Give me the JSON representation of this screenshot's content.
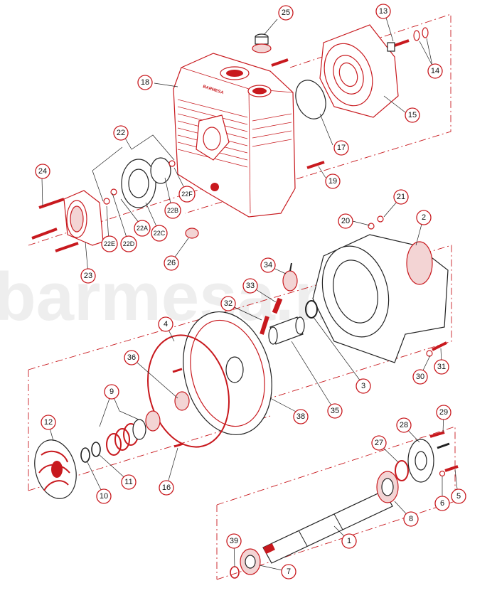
{
  "diagram": {
    "watermark": "barmesa.m",
    "brand_label": "BARMESA",
    "accent_color": "#c8191e",
    "callouts": [
      {
        "id": "c25",
        "label": "25"
      },
      {
        "id": "c13",
        "label": "13"
      },
      {
        "id": "c14",
        "label": "14"
      },
      {
        "id": "c15",
        "label": "15"
      },
      {
        "id": "c18",
        "label": "18"
      },
      {
        "id": "c17",
        "label": "17"
      },
      {
        "id": "c19",
        "label": "19"
      },
      {
        "id": "c22",
        "label": "22"
      },
      {
        "id": "c24",
        "label": "24"
      },
      {
        "id": "c22F",
        "label": "22F"
      },
      {
        "id": "c22B",
        "label": "22B"
      },
      {
        "id": "c22A",
        "label": "22A"
      },
      {
        "id": "c22C",
        "label": "22C"
      },
      {
        "id": "c22D",
        "label": "22D"
      },
      {
        "id": "c22E",
        "label": "22E"
      },
      {
        "id": "c23",
        "label": "23"
      },
      {
        "id": "c26",
        "label": "26"
      },
      {
        "id": "c21",
        "label": "21"
      },
      {
        "id": "c20",
        "label": "20"
      },
      {
        "id": "c2",
        "label": "2"
      },
      {
        "id": "c34",
        "label": "34"
      },
      {
        "id": "c33",
        "label": "33"
      },
      {
        "id": "c32",
        "label": "32"
      },
      {
        "id": "c4",
        "label": "4"
      },
      {
        "id": "c36",
        "label": "36"
      },
      {
        "id": "c3",
        "label": "3"
      },
      {
        "id": "c35",
        "label": "35"
      },
      {
        "id": "c30",
        "label": "30"
      },
      {
        "id": "c31",
        "label": "31"
      },
      {
        "id": "c9",
        "label": "9"
      },
      {
        "id": "c38",
        "label": "38"
      },
      {
        "id": "c12",
        "label": "12"
      },
      {
        "id": "c29",
        "label": "29"
      },
      {
        "id": "c28",
        "label": "28"
      },
      {
        "id": "c27",
        "label": "27"
      },
      {
        "id": "c10",
        "label": "10"
      },
      {
        "id": "c11",
        "label": "11"
      },
      {
        "id": "c16",
        "label": "16"
      },
      {
        "id": "c6",
        "label": "6"
      },
      {
        "id": "c5",
        "label": "5"
      },
      {
        "id": "c8",
        "label": "8"
      },
      {
        "id": "c1",
        "label": "1"
      },
      {
        "id": "c39",
        "label": "39"
      },
      {
        "id": "c7",
        "label": "7"
      }
    ]
  }
}
